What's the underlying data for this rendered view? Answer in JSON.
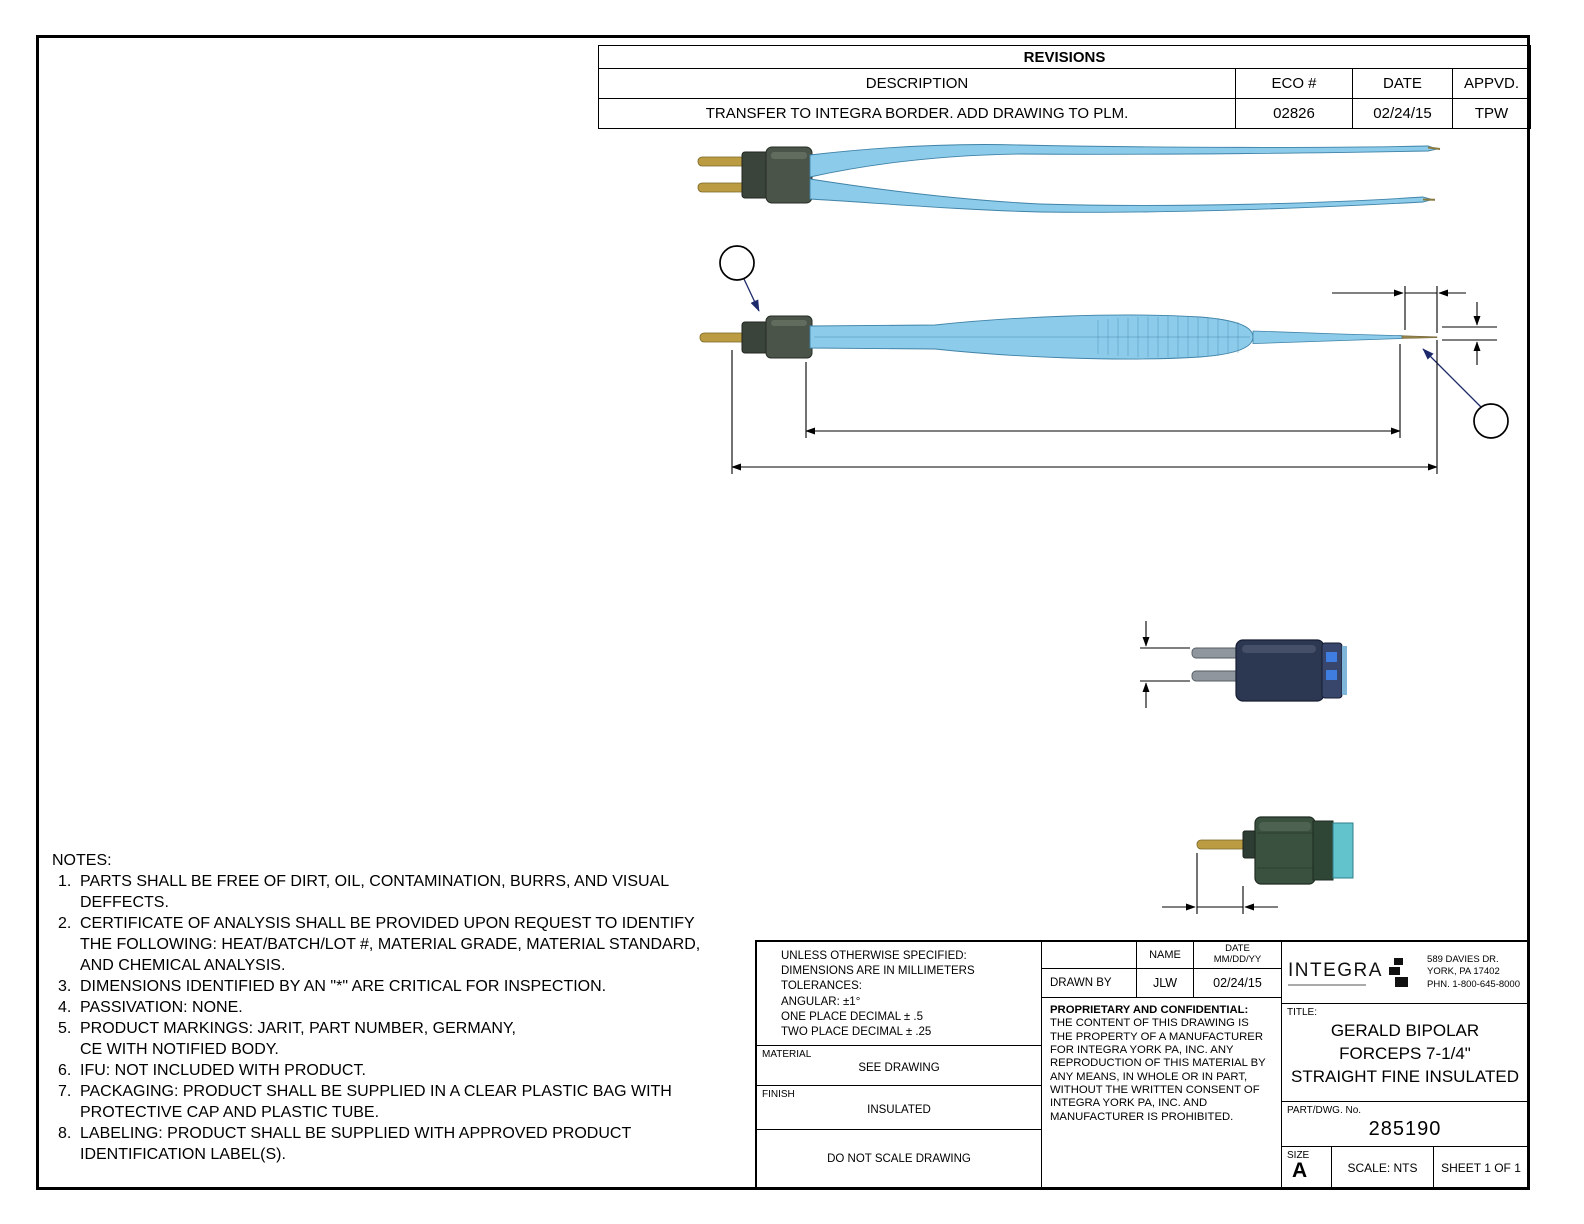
{
  "revisions": {
    "title": "REVISIONS",
    "col_description": "DESCRIPTION",
    "col_eco": "ECO #",
    "col_date": "DATE",
    "col_appvd": "APPVD.",
    "row": {
      "description": "TRANSFER TO INTEGRA BORDER. ADD DRAWING TO PLM.",
      "eco": "02826",
      "date": "02/24/15",
      "appvd": "TPW"
    }
  },
  "notes": {
    "title": "NOTES:",
    "items": [
      {
        "num": "1.",
        "text": "PARTS SHALL BE FREE OF DIRT, OIL, CONTAMINATION, BURRS, AND VISUAL DEFFECTS."
      },
      {
        "num": "2.",
        "text": "CERTIFICATE OF ANALYSIS SHALL BE PROVIDED UPON REQUEST TO IDENTIFY THE FOLLOWING: HEAT/BATCH/LOT #, MATERIAL GRADE, MATERIAL STANDARD, AND CHEMICAL ANALYSIS."
      },
      {
        "num": "3.",
        "text": "DIMENSIONS IDENTIFIED BY AN \"*\" ARE CRITICAL FOR INSPECTION."
      },
      {
        "num": "4.",
        "text": "PASSIVATION: NONE."
      },
      {
        "num": "5.",
        "text": "PRODUCT MARKINGS: JARIT, PART NUMBER, GERMANY,\nCE WITH NOTIFIED BODY."
      },
      {
        "num": "6.",
        "text": "IFU: NOT INCLUDED WITH PRODUCT."
      },
      {
        "num": "7.",
        "text": "PACKAGING: PRODUCT SHALL BE SUPPLIED IN A CLEAR PLASTIC BAG WITH PROTECTIVE CAP AND PLASTIC TUBE."
      },
      {
        "num": "8.",
        "text": "LABELING: PRODUCT SHALL BE SUPPLIED WITH APPROVED PRODUCT IDENTIFICATION LABEL(S)."
      }
    ]
  },
  "title_block": {
    "tolerances": {
      "line1": "UNLESS OTHERWISE SPECIFIED:",
      "line2": "DIMENSIONS ARE IN MILLIMETERS",
      "line3": "TOLERANCES:",
      "line4": "ANGULAR: ±1°",
      "line5": "ONE PLACE DECIMAL ± .5",
      "line6": "TWO PLACE DECIMAL ± .25"
    },
    "material_label": "MATERIAL",
    "material_value": "SEE DRAWING",
    "finish_label": "FINISH",
    "finish_value": "INSULATED",
    "no_scale": "DO NOT SCALE DRAWING",
    "name_header": "NAME",
    "date_header_line1": "DATE",
    "date_header_line2": "MM/DD/YY",
    "drawn_by_label": "DRAWN BY",
    "drawn_by_name": "JLW",
    "drawn_by_date": "02/24/15",
    "proprietary_title": "PROPRIETARY AND CONFIDENTIAL:",
    "proprietary_text": "THE CONTENT OF THIS DRAWING IS THE PROPERTY OF A MANUFACTURER FOR INTEGRA YORK PA, INC. ANY REPRODUCTION OF THIS MATERIAL BY ANY MEANS, IN WHOLE OR IN PART, WITHOUT THE WRITTEN CONSENT OF INTEGRA YORK PA, INC. AND MANUFACTURER IS PROHIBITED.",
    "company_name": "INTEGRA",
    "address_line1": "589 DAVIES DR.",
    "address_line2": "YORK, PA 17402",
    "address_line3": "PHN. 1-800-645-8000",
    "title_label": "TITLE:",
    "title_line1": "GERALD BIPOLAR",
    "title_line2": "FORCEPS 7-1/4\"",
    "title_line3": "STRAIGHT FINE INSULATED",
    "part_label": "PART/DWG. No.",
    "part_number": "285190",
    "size_label": "SIZE",
    "size_value": "A",
    "scale_text": "SCALE: NTS",
    "sheet_text": "SHEET 1 OF 1"
  },
  "colors": {
    "forceps_blue": "#8ccbe9",
    "connector_olive": "#4a5449",
    "connector_navy": "#2c3752",
    "pin_gold": "#bb9c42",
    "cap_teal": "#62c3cc",
    "leader_navy": "#1c2a6b"
  }
}
